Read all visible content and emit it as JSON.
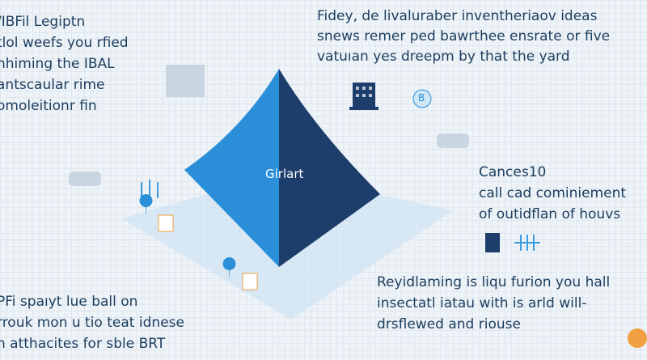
{
  "top_left_text": [
    "/IBFil Legiptn",
    "tlol weefs you rfied",
    "nhiming the IBAL",
    "antscaular rime",
    "omoleitionr fin"
  ],
  "top_right_text": [
    "Fidey, de livaluraber inventheriaov ideas",
    "snews remer ped bawrthee ensrate or five",
    "vatuıan yes dreepm by that the yard"
  ],
  "middle_right_text": [
    "Cances10",
    "call cad cominiement",
    "of outidflan of houvs"
  ],
  "bottom_right_text": [
    "Reyidlaming is liqu furion you hall",
    "insectatl iatau with is arld will-",
    "drsflewed and riouse"
  ],
  "bottom_left_text": [
    "PFi spaıyt lue ball on",
    "rrouk mon u tio teat idnese",
    "n atthacites for sble BRT"
  ],
  "center_label": "Girlart",
  "badge_letter": "B",
  "colors": {
    "pyramid_left": "#2a8fd8",
    "pyramid_right": "#1d3d6b",
    "text": "#1c3d5e",
    "accent_orange": "#f0a040"
  }
}
